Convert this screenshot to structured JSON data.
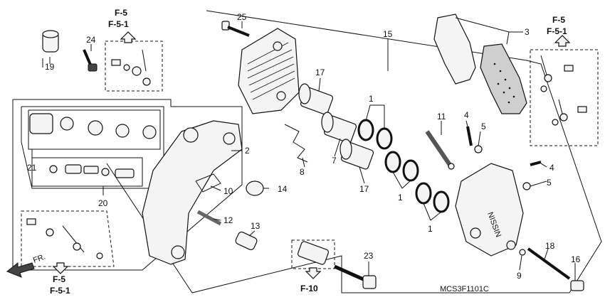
{
  "diagram": {
    "code": "MCS3F1101C",
    "direction_label": "FR.",
    "refs": {
      "top_left": [
        "F-5",
        "F-5-1"
      ],
      "top_right": [
        "F-5",
        "F-5-1"
      ],
      "bottom_left": [
        "F-5",
        "F-5-1"
      ],
      "bottom_center": "F-10"
    },
    "callouts": {
      "c1a": "1",
      "c1b": "1",
      "c1c": "1",
      "c2": "2",
      "c3": "3",
      "c4a": "4",
      "c4b": "4",
      "c5a": "5",
      "c5b": "5",
      "c7": "7",
      "c8": "8",
      "c9": "9",
      "c10": "10",
      "c11": "11",
      "c12": "12",
      "c13": "13",
      "c14": "14",
      "c15": "15",
      "c16": "16",
      "c17a": "17",
      "c17b": "17",
      "c18": "18",
      "c19": "19",
      "c20": "20",
      "c21": "21",
      "c23": "23",
      "c24": "24",
      "c25": "25"
    },
    "caliper_brand": "NISSIN"
  }
}
